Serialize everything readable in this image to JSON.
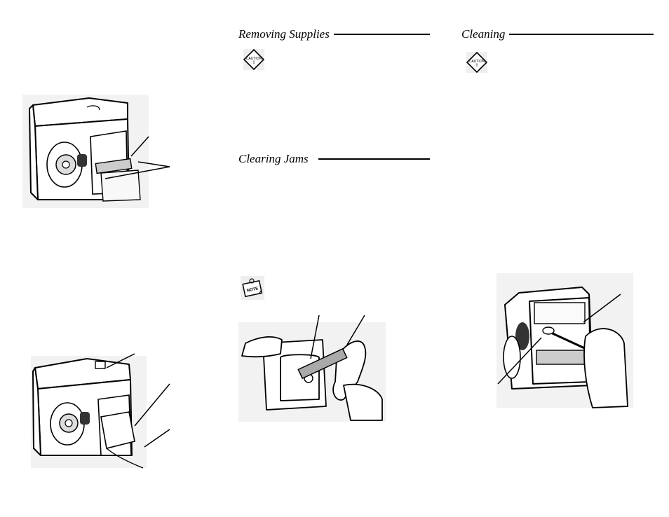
{
  "sections": {
    "removing_supplies": {
      "title": "Removing Supplies"
    },
    "clearing_jams": {
      "title": "Clearing Jams"
    },
    "cleaning": {
      "title": "Cleaning"
    }
  },
  "icons": {
    "caution_label": "CAUTION",
    "caution_mark": "!",
    "note_label": "NOTE"
  }
}
